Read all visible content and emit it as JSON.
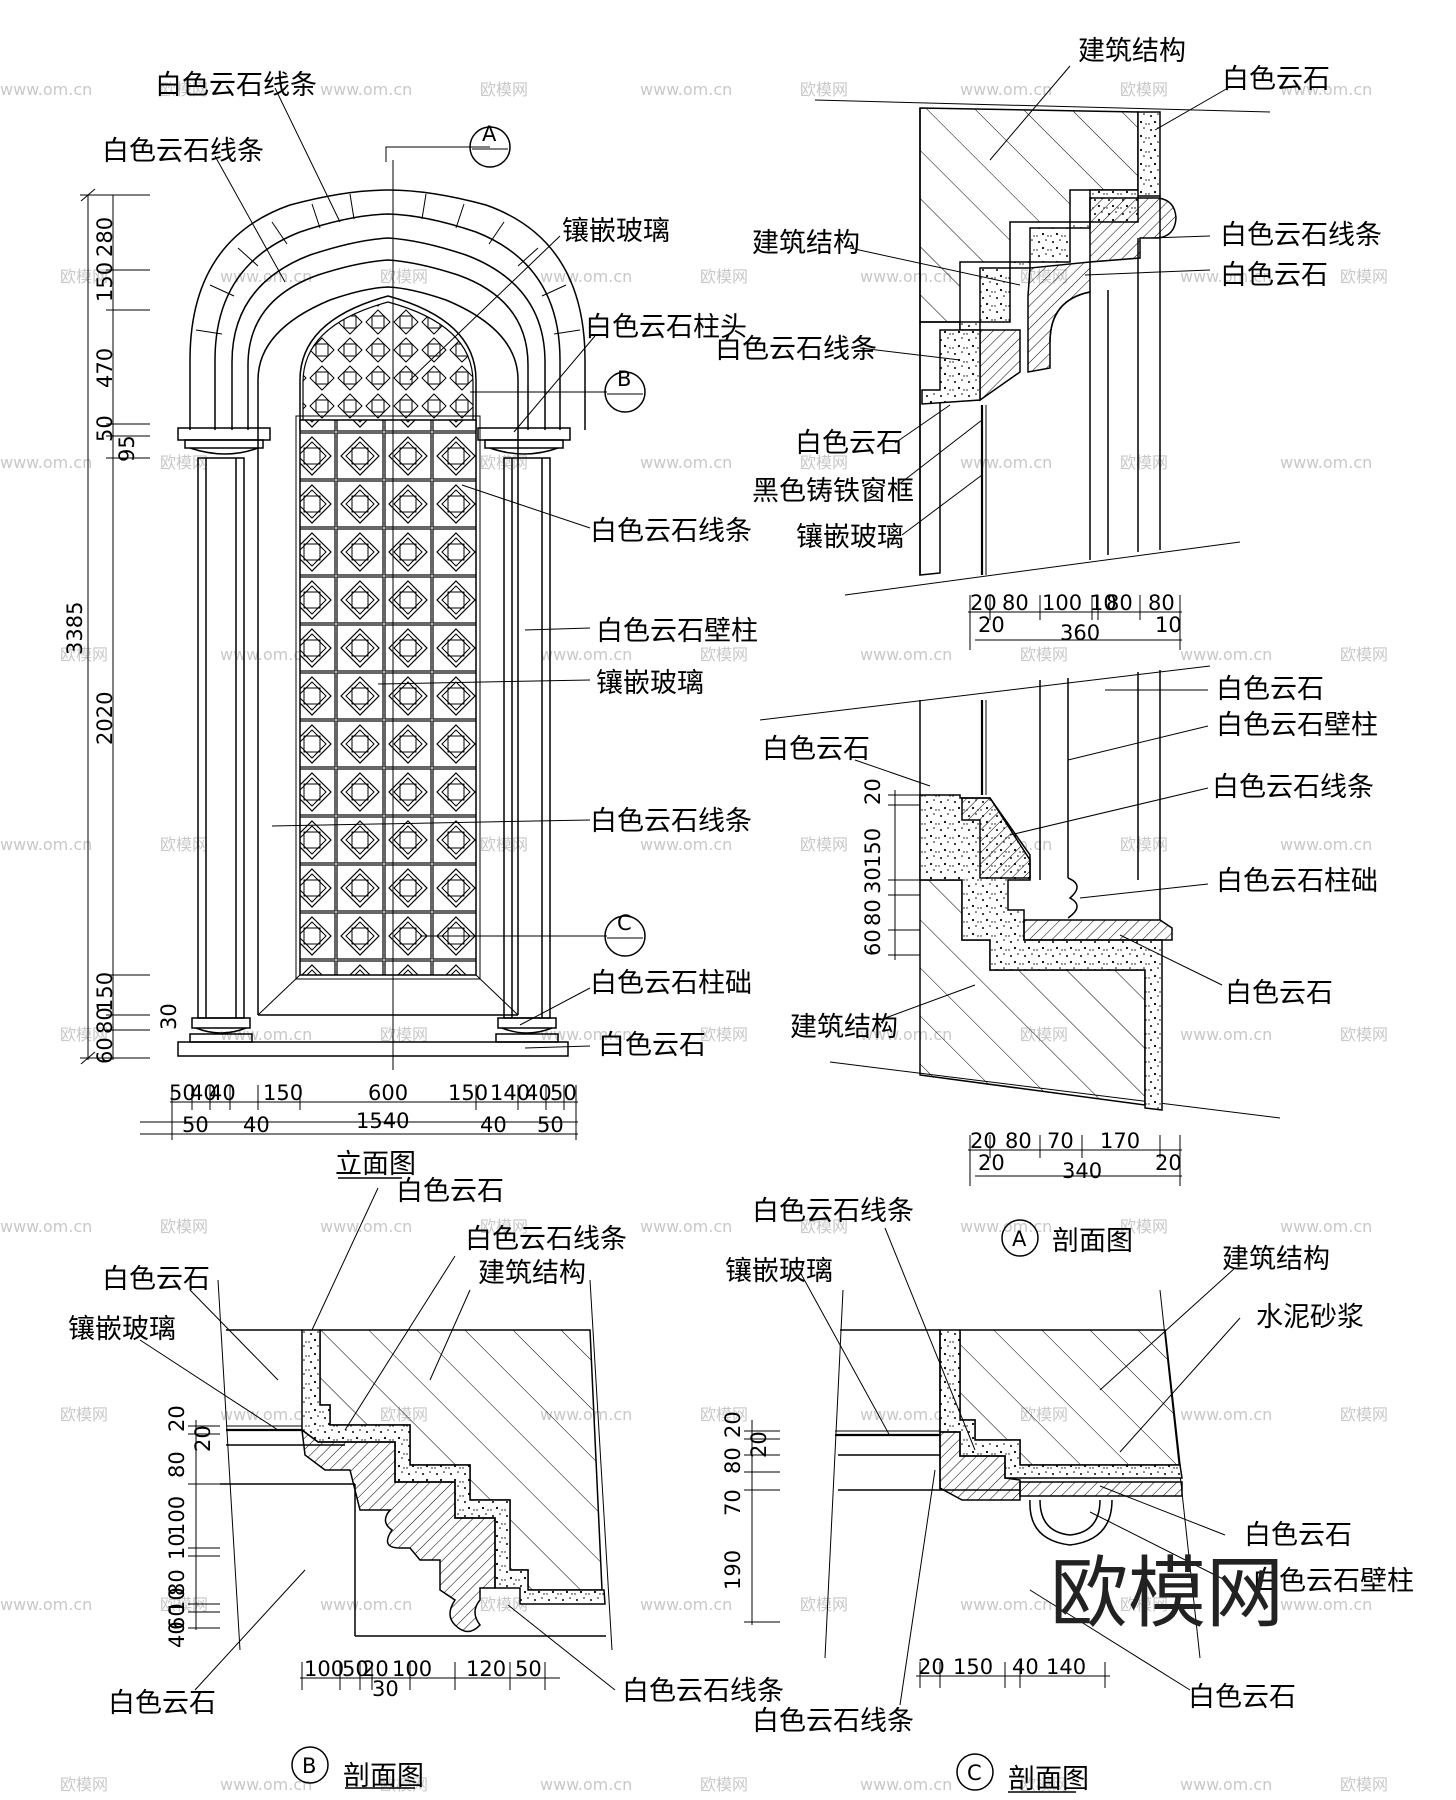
{
  "watermarks": {
    "site": "www.om.cn",
    "brand": "欧模网"
  },
  "elevation": {
    "title": "立面图",
    "labels": [
      "白色云石线条",
      "白色云石线条",
      "镶嵌玻璃",
      "白色云石柱头",
      "白色云石线条",
      "白色云石壁柱",
      "镶嵌玻璃",
      "白色云石线条",
      "白色云石柱础",
      "白色云石"
    ],
    "markers": [
      "A",
      "B",
      "C"
    ],
    "vdims": [
      "280",
      "150",
      "470",
      "50",
      "95",
      "3385",
      "2020",
      "150",
      "80",
      "30",
      "60"
    ],
    "hdims_top": [
      "50",
      "40",
      "40",
      "150",
      "600",
      "150",
      "140",
      "40",
      "50"
    ],
    "hdims_bottom": [
      "50",
      "40",
      "1540",
      "40",
      "50"
    ]
  },
  "section_a": {
    "title": "剖面图",
    "marker": "A",
    "labels_top": [
      "建筑结构",
      "白色云石",
      "建筑结构",
      "白色云石线条",
      "白色云石",
      "白色云石线条",
      "白色云石",
      "黑色铸铁窗框",
      "镶嵌玻璃"
    ],
    "labels_bottom": [
      "白色云石",
      "白色云石壁柱",
      "白色云石",
      "白色云石线条",
      "白色云石柱础",
      "白色云石",
      "建筑结构"
    ],
    "dims_top": [
      "20",
      "80",
      "100",
      "10",
      "80",
      "80",
      "20",
      "360",
      "10"
    ],
    "vdims_bottom": [
      "20",
      "150",
      "30",
      "80",
      "60"
    ],
    "dims_bottom": [
      "20",
      "80",
      "70",
      "170",
      "20",
      "340",
      "20"
    ]
  },
  "section_b": {
    "title": "剖面图",
    "marker": "B",
    "labels": [
      "白色云石",
      "白色云石线条",
      "建筑结构",
      "白色云石",
      "镶嵌玻璃",
      "白色云石",
      "白色云石线条"
    ],
    "vdims": [
      "20",
      "20",
      "80",
      "100",
      "10",
      "80",
      "10",
      "60",
      "40"
    ],
    "dims": [
      "100",
      "50",
      "20",
      "100",
      "120",
      "50",
      "30"
    ]
  },
  "section_c": {
    "title": "剖面图",
    "marker": "C",
    "labels": [
      "白色云石线条",
      "镶嵌玻璃",
      "建筑结构",
      "水泥砂浆",
      "白色云石",
      "白色云石壁柱",
      "白色云石",
      "白色云石线条"
    ],
    "vdims": [
      "20",
      "20",
      "80",
      "70",
      "190"
    ],
    "dims": [
      "20",
      "150",
      "40",
      "140"
    ]
  }
}
